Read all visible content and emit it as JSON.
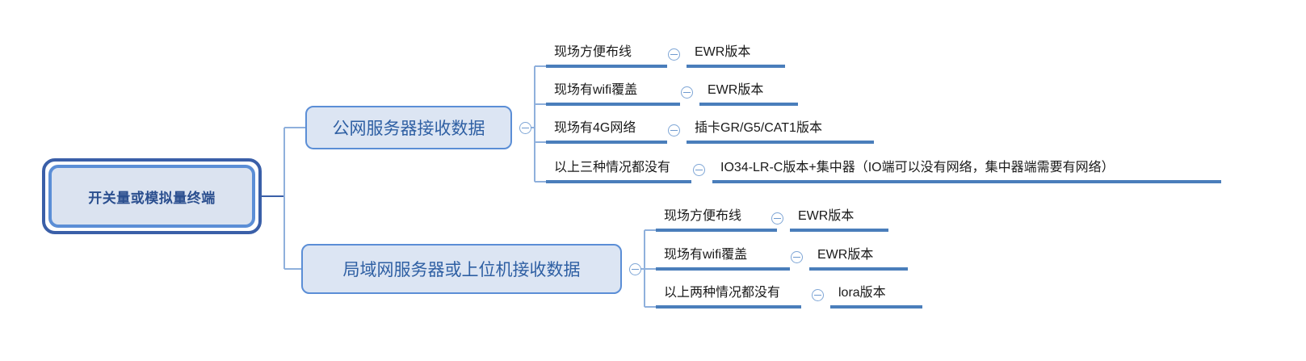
{
  "diagram": {
    "type": "mind-map",
    "title": "开关量或模拟量终端",
    "colors": {
      "root_outer_border": "#3a5fa8",
      "root_inner_border": "#5b8ed6",
      "root_fill": "#dbe3f0",
      "root_text": "#2b4f8f",
      "branch_border": "#5b8ed6",
      "branch_fill": "#dce5f3",
      "branch_text": "#2e5fa3",
      "leaf_underline": "#4a7ebb",
      "leaf_text": "#1a1a1a",
      "connector": "#8fb0dc",
      "toggle_border": "#7fa6d6",
      "background": "#ffffff"
    }
  },
  "root": {
    "label": "开关量或模拟量终端"
  },
  "branches": [
    {
      "label": "公网服务器接收数据",
      "toggle_icon": "collapse-minus-icon",
      "children": [
        {
          "condition": "现场方便布线",
          "toggle_icon": "collapse-minus-icon",
          "result": "EWR版本"
        },
        {
          "condition": "现场有wifi覆盖",
          "toggle_icon": "collapse-minus-icon",
          "result": "EWR版本"
        },
        {
          "condition": "现场有4G网络",
          "toggle_icon": "collapse-minus-icon",
          "result": "插卡GR/G5/CAT1版本"
        },
        {
          "condition": "以上三种情况都没有",
          "toggle_icon": "collapse-minus-icon",
          "result": "IO34-LR-C版本+集中器（IO端可以没有网络，集中器端需要有网络）"
        }
      ]
    },
    {
      "label": "局域网服务器或上位机接收数据",
      "toggle_icon": "collapse-minus-icon",
      "children": [
        {
          "condition": "现场方便布线",
          "toggle_icon": "collapse-minus-icon",
          "result": "EWR版本"
        },
        {
          "condition": "现场有wifi覆盖",
          "toggle_icon": "collapse-minus-icon",
          "result": "EWR版本"
        },
        {
          "condition": "以上两种情况都没有",
          "toggle_icon": "collapse-minus-icon",
          "result": "lora版本"
        }
      ]
    }
  ]
}
